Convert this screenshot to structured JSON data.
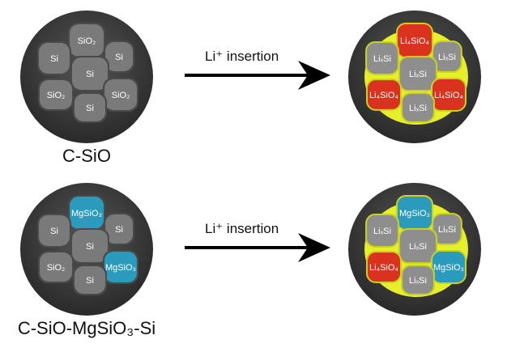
{
  "rows": [
    {
      "caption": "C-SiO",
      "arrow_label": "Li⁺ insertion",
      "before": {
        "particles": [
          {
            "label": "SiO₂",
            "kind": "SiO2"
          },
          {
            "label": "Si",
            "kind": "Si"
          },
          {
            "label": "Si",
            "kind": "Si"
          },
          {
            "label": "Si",
            "kind": "Si"
          },
          {
            "label": "SiO₂",
            "kind": "SiO2"
          },
          {
            "label": "SiO₂",
            "kind": "SiO2"
          },
          {
            "label": "Si",
            "kind": "Si"
          }
        ]
      },
      "after": {
        "particles": [
          {
            "label": "Li₄SiO₄",
            "kind": "Li4SiO4"
          },
          {
            "label": "LiₓSi",
            "kind": "LixSi"
          },
          {
            "label": "LiₓSi",
            "kind": "LixSi"
          },
          {
            "label": "LiₓSi",
            "kind": "LixSi"
          },
          {
            "label": "Li₄SiO₄",
            "kind": "Li4SiO4"
          },
          {
            "label": "Li₄SiO₄",
            "kind": "Li4SiO4"
          },
          {
            "label": "LiₓSi",
            "kind": "LixSi"
          }
        ]
      }
    },
    {
      "caption": "C-SiO-MgSiO₃-Si",
      "arrow_label": "Li⁺ insertion",
      "before": {
        "particles": [
          {
            "label": "MgSiO₃",
            "kind": "MgSiO3"
          },
          {
            "label": "Si",
            "kind": "Si"
          },
          {
            "label": "Si",
            "kind": "Si"
          },
          {
            "label": "Si",
            "kind": "Si"
          },
          {
            "label": "SiO₂",
            "kind": "SiO2"
          },
          {
            "label": "MgSiO₃",
            "kind": "MgSiO3"
          },
          {
            "label": "Si",
            "kind": "Si"
          }
        ]
      },
      "after": {
        "particles": [
          {
            "label": "MgSiO₃",
            "kind": "MgSiO3"
          },
          {
            "label": "LiₓSi",
            "kind": "LixSi"
          },
          {
            "label": "LiₓSi",
            "kind": "LixSi"
          },
          {
            "label": "LiₓSi",
            "kind": "LixSi"
          },
          {
            "label": "Li₄SiO₄",
            "kind": "Li4SiO4"
          },
          {
            "label": "MgSiO₃",
            "kind": "MgSiO3"
          },
          {
            "label": "LiₓSi",
            "kind": "LixSi"
          }
        ]
      }
    }
  ],
  "colors": {
    "Si": "#7a7a7a",
    "SiO2": "#7a7a7a",
    "MgSiO3": "#2a9bbd",
    "LixSi": "#8e8e8e",
    "Li4SiO4": "#d9321f",
    "sei": "#e6ef2a",
    "carbon": "#3a3a3a"
  }
}
